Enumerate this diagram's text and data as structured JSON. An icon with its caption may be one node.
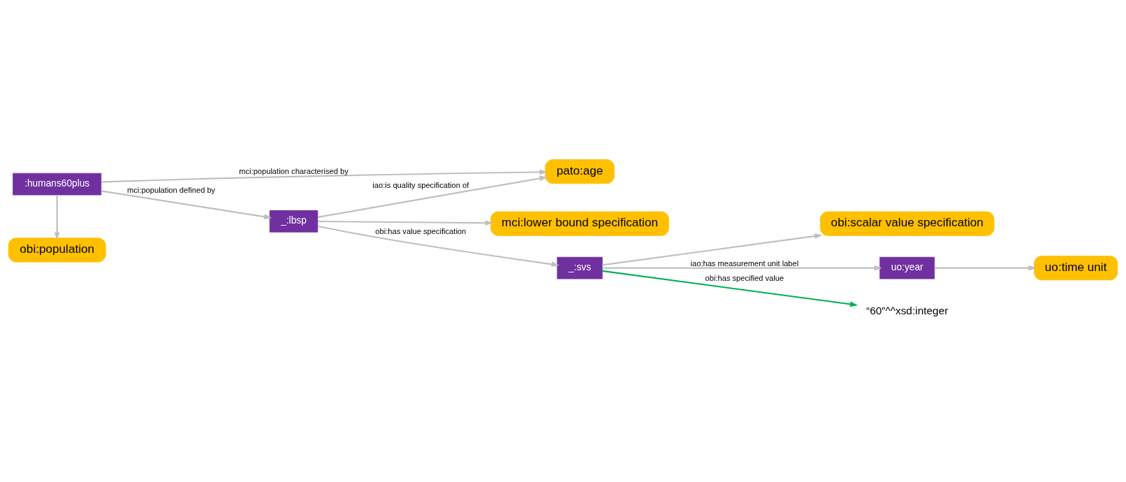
{
  "diagram": {
    "nodes": [
      {
        "text": [
          "obi:population"
        ]
      },
      {
        "text": [
          ":humans60plus"
        ]
      },
      {
        "text": [
          "pato:age"
        ]
      },
      {
        "text": [
          "mci:lower bound specification"
        ]
      },
      {
        "text": [
          "obi:scalar value specification"
        ]
      },
      {
        "text": [
          "uo:time unit"
        ]
      },
      {
        "text": [
          "_:lbsp"
        ]
      },
      {
        "text": [
          "_:svs"
        ]
      },
      {
        "text": [
          "uo:year"
        ]
      },
      {
        "text": [
          "“60”^^xsd:integer"
        ]
      }
    ],
    "edges": [
      {
        "from": 1,
        "to": 0,
        "arrow": "to"
      },
      {
        "from": 1,
        "to": 2,
        "arrow": "to",
        "label": "mci:population characterised by"
      },
      {
        "from": 1,
        "to": 6,
        "arrow": "to",
        "label": "mci:population defined by"
      },
      {
        "from": 6,
        "to": 3,
        "arrow": "to"
      },
      {
        "from": 6,
        "to": 2,
        "arrow": "to",
        "label": "iao:is quality specification of"
      },
      {
        "from": 6,
        "to": 7,
        "arrow": "to",
        "label": "obi:has value specification"
      },
      {
        "from": 7,
        "to": 4,
        "arrow": "to"
      },
      {
        "from": 7,
        "to": 8,
        "arrow": "to",
        "label": "iao:has measurement unit label"
      },
      {
        "from": 8,
        "to": 5,
        "arrow": "to"
      },
      {
        "from": 7,
        "to": 9,
        "arrow": "to",
        "label": "obi:has specified value",
        "color": "#00b050"
      }
    ]
  }
}
